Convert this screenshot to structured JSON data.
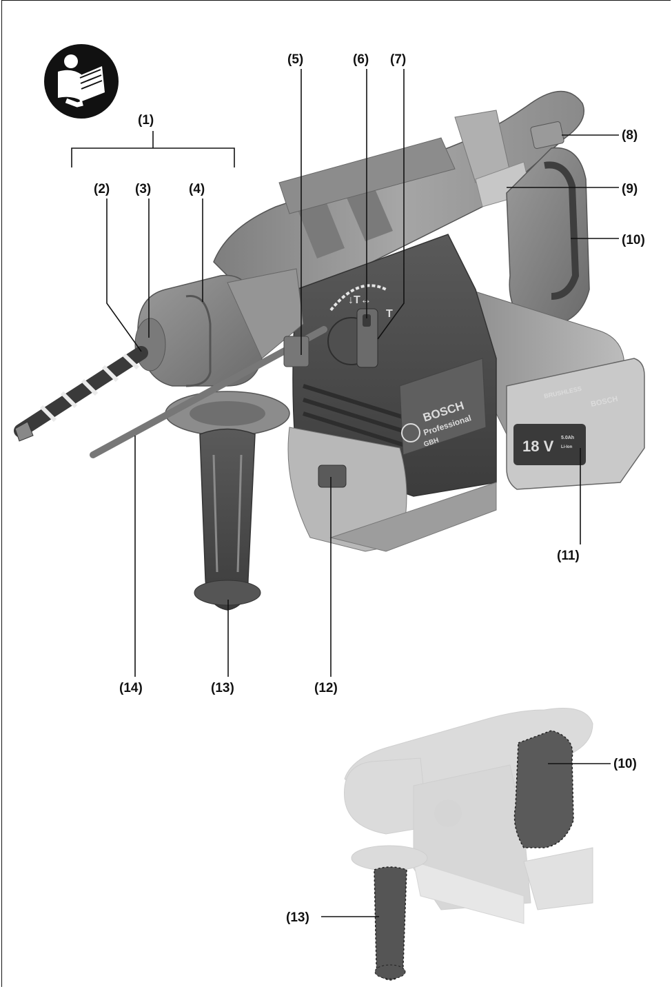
{
  "page": {
    "figure": "Bosch Professional GBH 18V rotary hammer exploded-callout figure"
  },
  "icons": {
    "manual": "read-manual-icon"
  },
  "callouts": {
    "c1": "(1)",
    "c2": "(2)",
    "c3": "(3)",
    "c4": "(4)",
    "c5": "(5)",
    "c6": "(6)",
    "c7": "(7)",
    "c8": "(8)",
    "c9": "(9)",
    "c10": "(10)",
    "c11": "(11)",
    "c12": "(12)",
    "c13": "(13)",
    "c14": "(14)"
  },
  "secondary": {
    "c10": "(10)",
    "c13": "(13)"
  },
  "product_marks": {
    "brand": "BOSCH",
    "line": "Professional",
    "model": "GBH",
    "battery_voltage": "18 V",
    "battery_capacity": "5.0Ah",
    "battery_chem": "Li-Ion",
    "motor": "BRUSHLESS",
    "mode_sym": "↓T↔",
    "mode_t": "T"
  },
  "colors": {
    "body": "#8a8a8a",
    "dark": "#4a4a4a",
    "light": "#bdbdbd",
    "ink": "#111111"
  }
}
